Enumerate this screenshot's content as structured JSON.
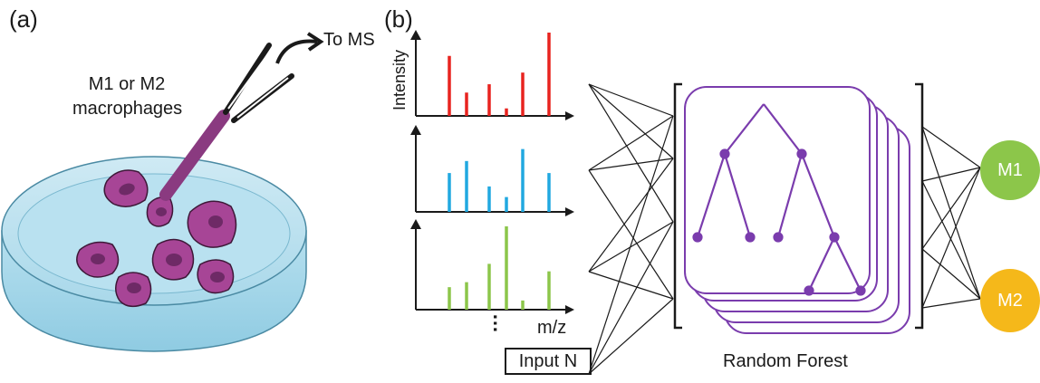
{
  "panels": {
    "a": "(a)",
    "b": "(b)"
  },
  "dish": {
    "arrow_label": "To MS",
    "cells_line1": "M1 or M2",
    "cells_line2": "macrophages"
  },
  "spectra": {
    "y_label": "Intensity",
    "x_label": "m/z",
    "ellipsis": "…",
    "input_label": "Input N",
    "series": [
      {
        "color": "#e8231f",
        "values": [
          0.72,
          0.28,
          0.38,
          0.09,
          0.52,
          1.0
        ]
      },
      {
        "color": "#21a8e0",
        "values": [
          0.55,
          0.72,
          0.36,
          0.21,
          0.89,
          0.55
        ]
      },
      {
        "color": "#8cc64a",
        "values": [
          0.27,
          0.33,
          0.55,
          1.0,
          0.11,
          0.46
        ]
      }
    ]
  },
  "model": {
    "label": "Random Forest",
    "tree_color": "#7a3cad"
  },
  "outputs": {
    "m1": "M1",
    "m2": "M2",
    "m1_color": "#8cc64a",
    "m2_color": "#f5b81a"
  }
}
